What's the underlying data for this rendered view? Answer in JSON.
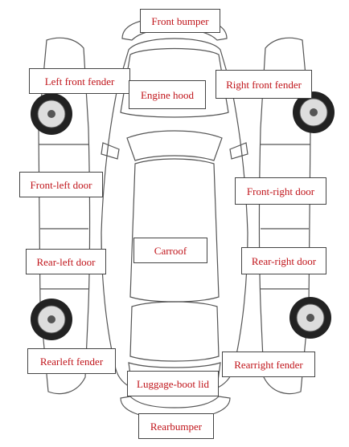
{
  "labels": {
    "front_bumper": "Front bumper",
    "left_front_fender": "Left front fender",
    "engine_hood": "Engine hood",
    "right_front_fender": "Right front fender",
    "front_left_door": "Front-left door",
    "front_right_door": "Front-right door",
    "car_roof": "Carroof",
    "rear_left_door": "Rear-left door",
    "rear_right_door": "Rear-right door",
    "rear_left_fender": "Rearleft fender",
    "rear_right_fender": "Rearright  fender",
    "luggage_boot_lid": "Luggage-boot lid",
    "rear_bumper": "Rearbumper"
  },
  "colors": {
    "label_text": "#c0141a",
    "line_art": "#444444"
  },
  "icons": {
    "car_diagram": "car-exploded-view-icon"
  }
}
